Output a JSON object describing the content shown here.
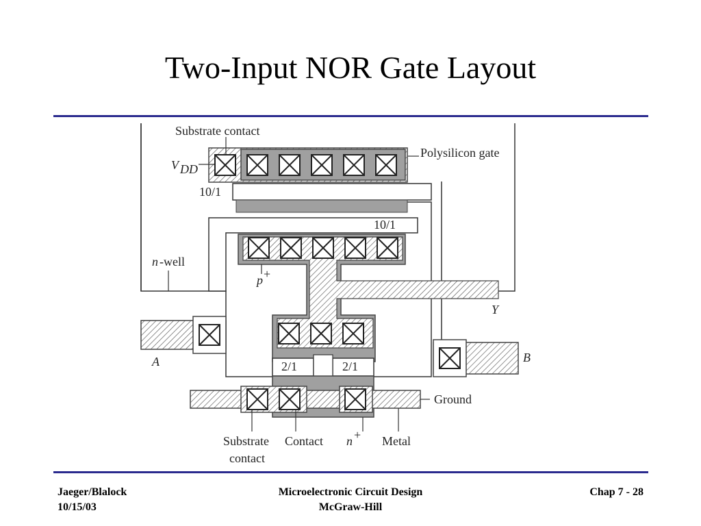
{
  "slide": {
    "title": "Two-Input NOR Gate Layout",
    "footer": {
      "left_line1": "Jaeger/Blalock",
      "left_line2": "10/15/03",
      "center_line1": "Microelectronic Circuit Design",
      "center_line2": "McGraw-Hill",
      "right": "Chap 7 - 28"
    }
  },
  "diagram": {
    "labels": {
      "substrate_contact_top": "Substrate contact",
      "vdd_main": "V",
      "vdd_sub": "DD",
      "polysilicon_gate": "Polysilicon gate",
      "ratio_top_left": "10/1",
      "ratio_top_right": "10/1",
      "nwell_n": "n",
      "nwell_rest": "-well",
      "pplus_p": "p",
      "pplus_sup": "+",
      "output_y": "Y",
      "input_a": "A",
      "input_b": "B",
      "ratio_bottom_left": "2/1",
      "ratio_bottom_right": "2/1",
      "ground": "Ground",
      "substrate_contact_bottom_line1": "Substrate",
      "substrate_contact_bottom_line2": "contact",
      "contact": "Contact",
      "nplus_n": "n",
      "nplus_sup": "+",
      "metal": "Metal"
    },
    "colors": {
      "active": "#a0a0a0",
      "title_rule": "#2a2a8e"
    }
  }
}
